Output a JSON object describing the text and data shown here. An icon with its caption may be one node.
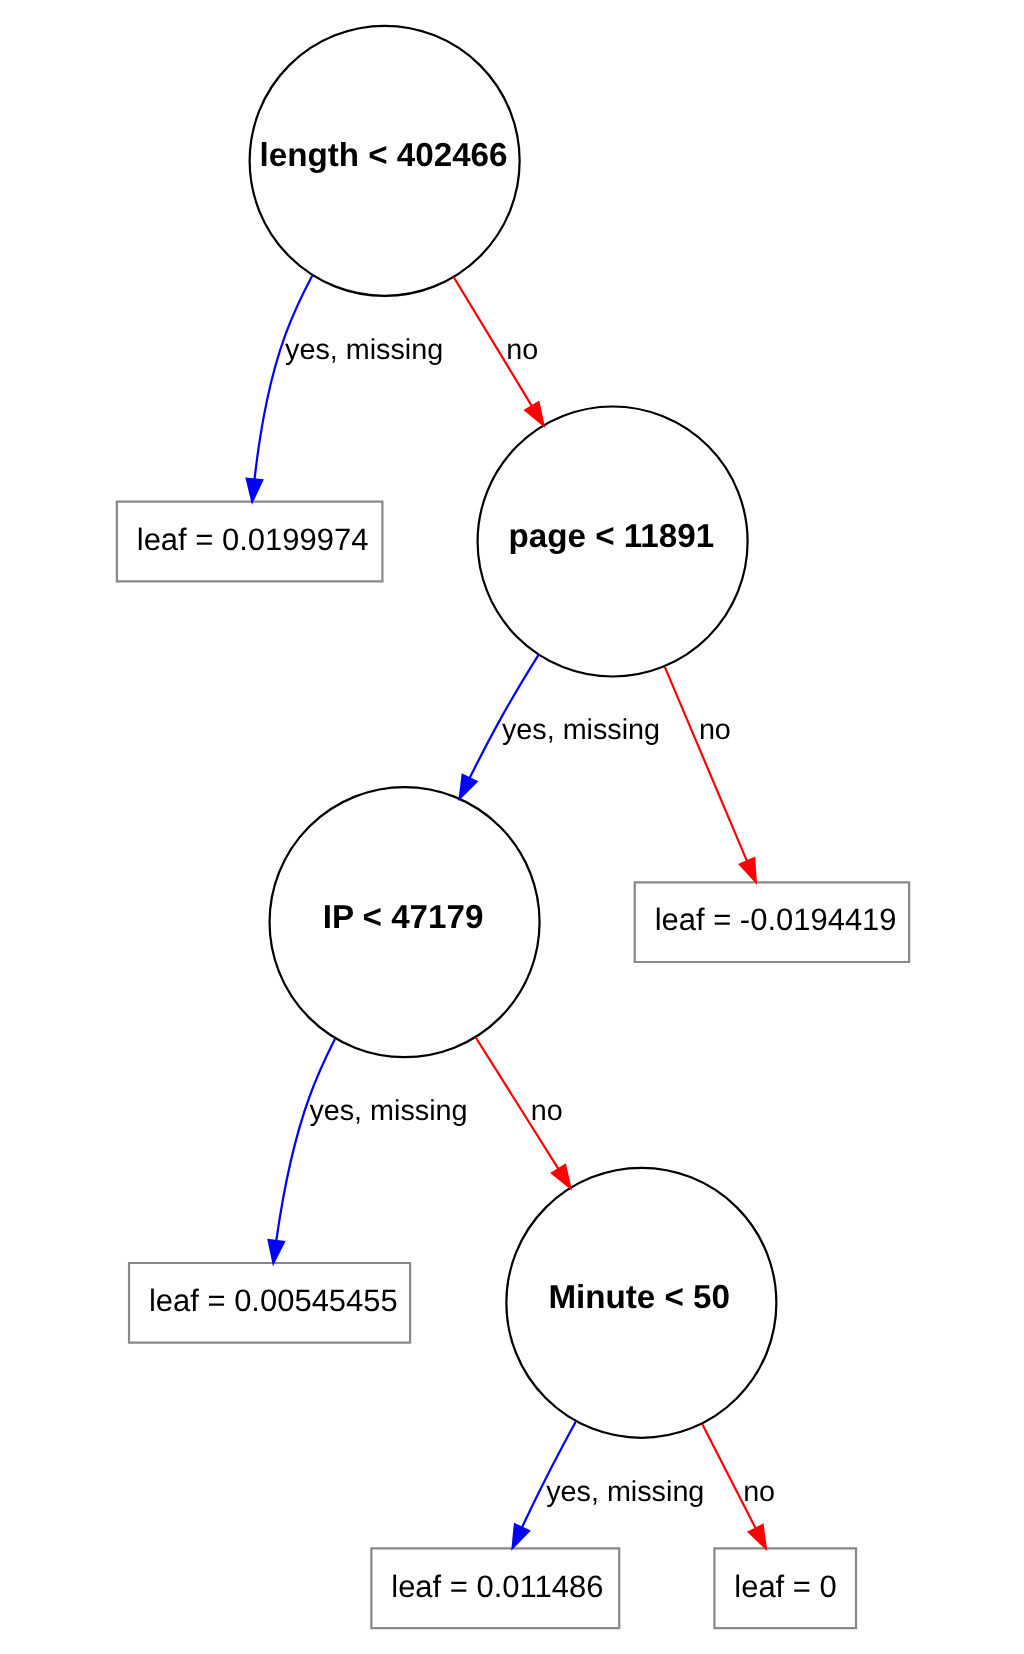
{
  "diagram": {
    "nodes": [
      {
        "text": [
          "length < 402466"
        ]
      },
      {
        "text": [
          "leaf = 0.0199974"
        ]
      },
      {
        "text": [
          "page < 11891"
        ]
      },
      {
        "text": [
          "IP < 47179"
        ]
      },
      {
        "text": [
          "leaf = -0.0194419"
        ]
      },
      {
        "text": [
          "leaf = 0.00545455"
        ]
      },
      {
        "text": [
          "Minute < 50"
        ]
      },
      {
        "text": [
          "leaf = 0.011486"
        ]
      },
      {
        "text": [
          "leaf = 0"
        ]
      }
    ],
    "edges": [
      {
        "from": 0,
        "to": 1,
        "arrow": "to",
        "label": "yes, missing",
        "color": "#0000ff"
      },
      {
        "from": 0,
        "to": 2,
        "arrow": "to",
        "label": "no",
        "color": "#ff0000"
      },
      {
        "from": 2,
        "to": 3,
        "arrow": "to",
        "label": "yes, missing",
        "color": "#0000ff"
      },
      {
        "from": 2,
        "to": 4,
        "arrow": "to",
        "label": "no",
        "color": "#ff0000"
      },
      {
        "from": 3,
        "to": 5,
        "arrow": "to",
        "label": "yes, missing",
        "color": "#0000ff"
      },
      {
        "from": 3,
        "to": 6,
        "arrow": "to",
        "label": "no",
        "color": "#ff0000"
      },
      {
        "from": 6,
        "to": 7,
        "arrow": "to",
        "label": "yes, missing",
        "color": "#0000ff"
      },
      {
        "from": 6,
        "to": 8,
        "arrow": "to",
        "label": "no",
        "color": "#ff0000"
      }
    ]
  }
}
